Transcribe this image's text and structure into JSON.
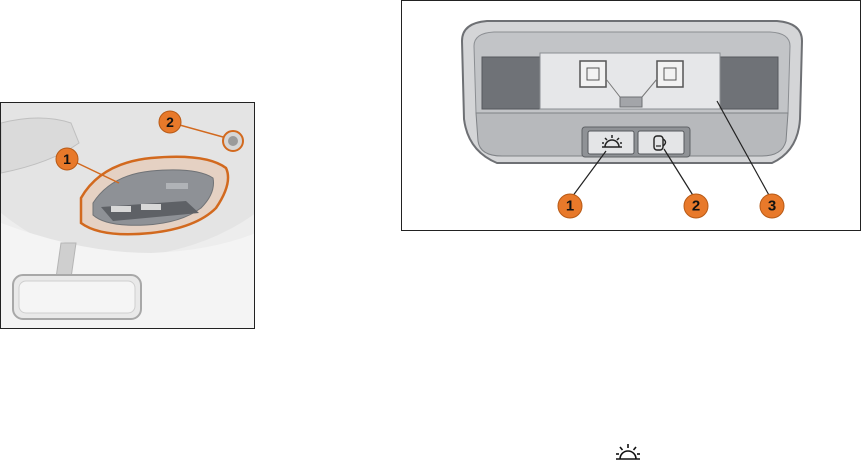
{
  "left_figure": {
    "callouts": [
      {
        "label": "1"
      },
      {
        "label": "2"
      }
    ]
  },
  "right_figure": {
    "callouts": [
      {
        "label": "1"
      },
      {
        "label": "2"
      },
      {
        "label": "3"
      }
    ],
    "buttons": [
      {
        "icon": "sun-light-icon"
      },
      {
        "icon": "map-light-icon"
      }
    ]
  },
  "footer_icon": "sun-light-icon",
  "colors": {
    "callout_fill": "#e8792a",
    "callout_outline": "#d2691e",
    "panel_gray": "#8f9296",
    "headliner": "#ececec"
  }
}
